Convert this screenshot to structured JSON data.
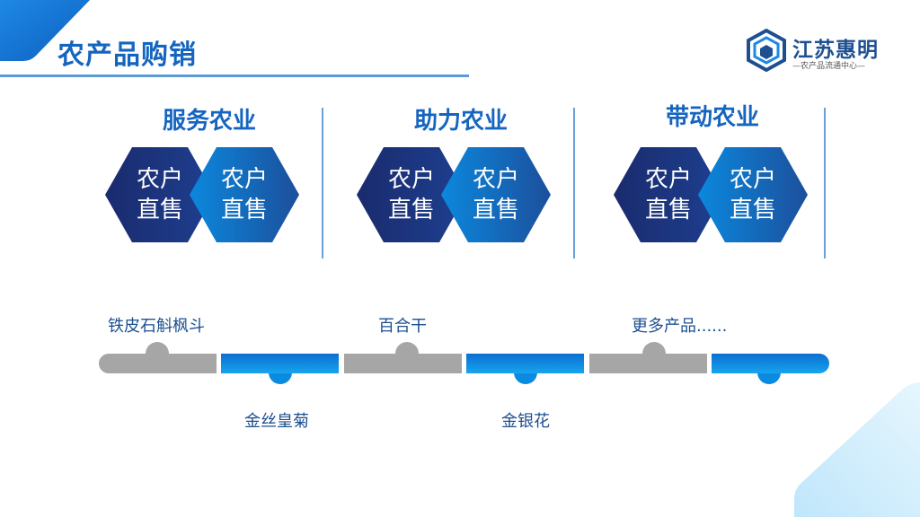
{
  "page": {
    "title": "农产品购销"
  },
  "logo": {
    "name": "江苏惠明",
    "subtitle": "—农产品流通中心—"
  },
  "colors": {
    "accent": "#1565c0",
    "hex_dark": "#1a2f7a",
    "hex_blue": "#0a7bd6",
    "track_gray": "#a6a6a6",
    "track_blue": "#0b8be0"
  },
  "sections": [
    {
      "title": "服务农业",
      "hex_left": {
        "line1": "农户",
        "line2": "直售"
      },
      "hex_right": {
        "line1": "农户",
        "line2": "直售"
      }
    },
    {
      "title": "助力农业",
      "hex_left": {
        "line1": "农户",
        "line2": "直售"
      },
      "hex_right": {
        "line1": "农户",
        "line2": "直售"
      }
    },
    {
      "title": "带动农业",
      "hex_left": {
        "line1": "农户",
        "line2": "直售"
      },
      "hex_right": {
        "line1": "农户",
        "line2": "直售"
      }
    }
  ],
  "products": {
    "top": [
      "铁皮石斛枫斗",
      "百合干",
      "更多产品......"
    ],
    "bottom": [
      "金丝皇菊",
      "金银花"
    ]
  }
}
